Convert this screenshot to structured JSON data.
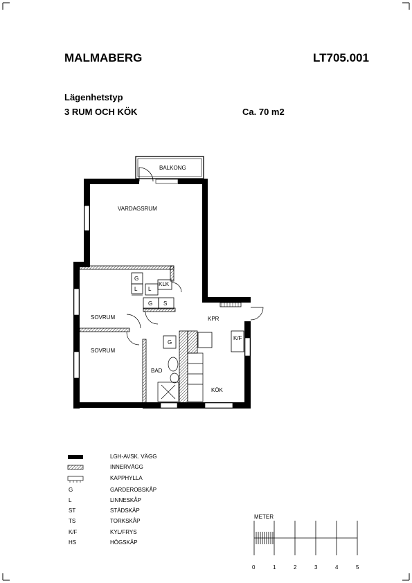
{
  "header": {
    "project": "MALMABERG",
    "code": "LT705.001",
    "type_label": "Lägenhetstyp",
    "type_value": "3 RUM OCH KÖK",
    "area": "Ca. 70 m2"
  },
  "rooms": {
    "balcony": "BALKONG",
    "living": "VARDAGSRUM",
    "bedroom1": "SOVRUM",
    "bedroom2": "SOVRUM",
    "hall": "KPR",
    "bath": "BAD",
    "kitchen": "KÖK"
  },
  "fixtures": {
    "g1": "G",
    "l1": "L",
    "l2": "L",
    "klk": "KLK",
    "g2": "G",
    "s1": "S",
    "g3": "G",
    "kf": "K/F"
  },
  "legend": [
    {
      "symbol": "",
      "text": "LGH-AVSK. VÄGG"
    },
    {
      "symbol": "",
      "text": "INNERVÄGG"
    },
    {
      "symbol": "",
      "text": "KAPPHYLLA"
    },
    {
      "symbol": "G",
      "text": "GARDEROBSKÅP"
    },
    {
      "symbol": "L",
      "text": "LINNESKÅP"
    },
    {
      "symbol": "ST",
      "text": "STÄDSKÅP"
    },
    {
      "symbol": "TS",
      "text": "TORKSKÅP"
    },
    {
      "symbol": "K/F",
      "text": "KYL/FRYS"
    },
    {
      "symbol": "HS",
      "text": "HÖGSKÅP"
    }
  ],
  "scale": {
    "label": "METER",
    "ticks": [
      "0",
      "1",
      "2",
      "3",
      "4",
      "5"
    ]
  }
}
